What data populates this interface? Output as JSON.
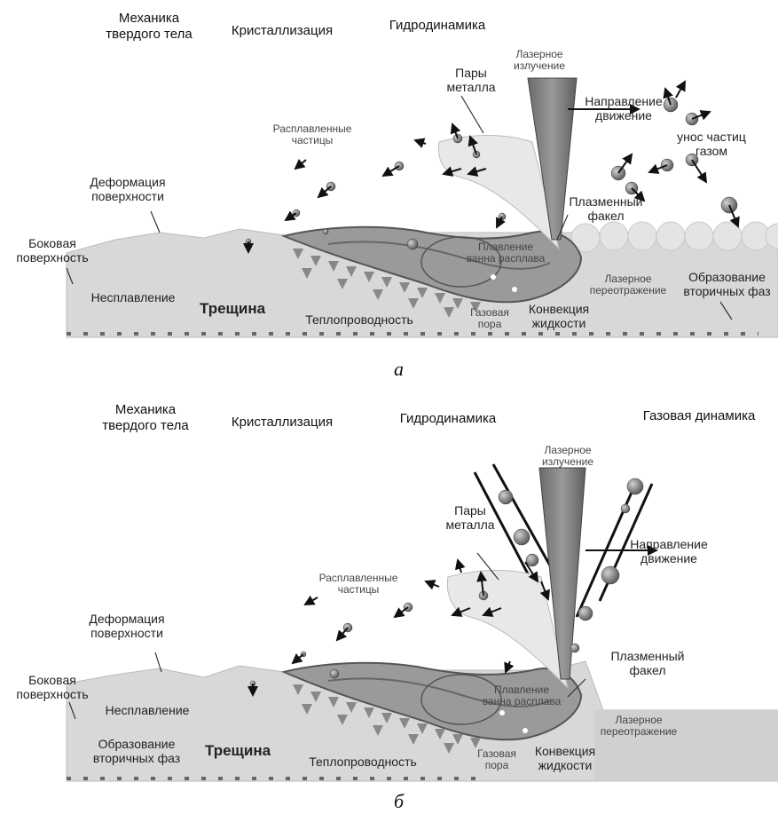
{
  "panel_a": {
    "headers": {
      "solid_mechanics": "Механика\nтвердого тела",
      "crystallization": "Кристаллизация",
      "hydrodynamics": "Гидродинамика"
    },
    "labels": {
      "laser_radiation": "Лазерное\nизлучение",
      "metal_vapor": "Пары\nметалла",
      "direction": "Направление\nдвижение",
      "molten_particles": "Расплавленные\nчастицы",
      "gas_removal": "унос частиц\nгазом",
      "surface_deformation": "Деформация\nповерхности",
      "plasma_plume": "Плазменный\nфакел",
      "side_surface": "Боковая\nповерхность",
      "melting_pool": "Плавление\nванна расплава",
      "laser_reflection": "Лазерное\nпереотражение",
      "secondary_phases": "Образование\nвторичных фаз",
      "lack_of_fusion": "Несплавление",
      "crack": "Трещина",
      "heat_conduction": "Теплопроводность",
      "gas_pore": "Газовая\nпора",
      "liquid_convection": "Конвекция\nжидкости"
    },
    "caption": "а"
  },
  "panel_b": {
    "headers": {
      "solid_mechanics": "Механика\nтвердого тела",
      "crystallization": "Кристаллизация",
      "hydrodynamics": "Гидродинамика",
      "gas_dynamics": "Газовая динамика"
    },
    "labels": {
      "laser_radiation": "Лазерное\nизлучение",
      "metal_vapor": "Пары\nметалла",
      "direction": "Направление\nдвижение",
      "molten_particles": "Расплавленные\nчастицы",
      "surface_deformation": "Деформация\nповерхности",
      "plasma_plume": "Плазменный\nфакел",
      "side_surface": "Боковая\nповерхность",
      "lack_of_fusion": "Несплавление",
      "melting_pool": "Плавление\nванна расплава",
      "laser_reflection": "Лазерное\nпереотражение",
      "secondary_phases": "Образование\nвторичных фаз",
      "crack": "Трещина",
      "heat_conduction": "Теплопроводность",
      "gas_pore": "Газовая\nпора",
      "liquid_convection": "Конвекция\nжидкости"
    },
    "caption": "б"
  }
}
